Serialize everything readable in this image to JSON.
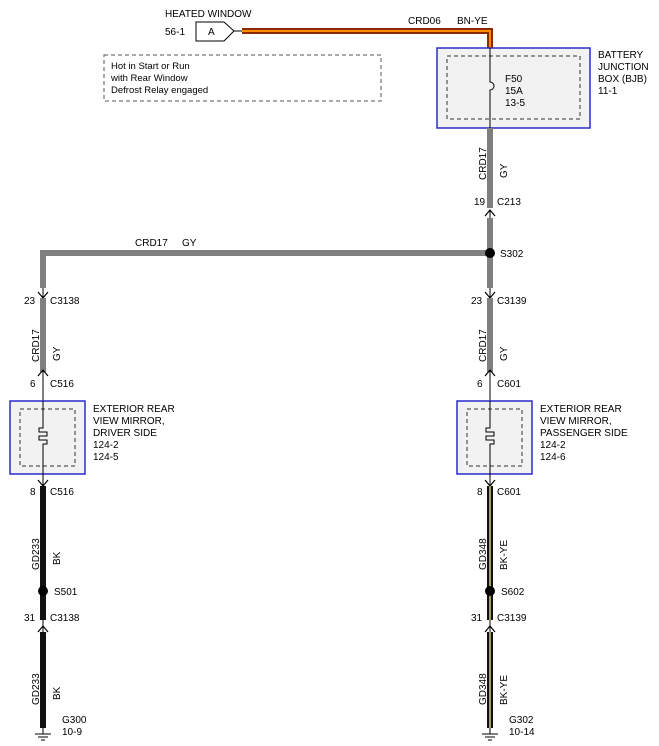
{
  "source": {
    "title": "HEATED WINDOW",
    "ref": "56-1",
    "connector_letter": "A"
  },
  "top_wire": {
    "circuit": "CRD06",
    "color_code": "BN-YE"
  },
  "note": {
    "lines": [
      "Hot in Start or Run",
      "with Rear Window",
      "Defrost Relay engaged"
    ]
  },
  "bjb": {
    "title_lines": [
      "BATTERY",
      "JUNCTION",
      "BOX (BJB)"
    ],
    "ref": "11-1",
    "fuse_lines": [
      "F50",
      "15A",
      "13-5"
    ]
  },
  "main_wire": {
    "circuit": "CRD17",
    "color_code": "GY"
  },
  "c213": {
    "pin": "19",
    "name": "C213"
  },
  "s302": {
    "name": "S302"
  },
  "horiz_wire": {
    "circuit": "CRD17",
    "color_code": "GY"
  },
  "left": {
    "conn_top": {
      "pin": "23",
      "name": "C3138"
    },
    "wire1": {
      "circuit": "CRD17",
      "color_code": "GY"
    },
    "conn_in": {
      "pin": "6",
      "name": "C516"
    },
    "device": {
      "title_lines": [
        "EXTERIOR REAR",
        "VIEW MIRROR,",
        "DRIVER SIDE"
      ],
      "refs": [
        "124-2",
        "124-5"
      ]
    },
    "conn_out": {
      "pin": "8",
      "name": "C516"
    },
    "wire2": {
      "circuit": "GD233",
      "color_code": "BK"
    },
    "splice": {
      "name": "S501"
    },
    "conn_bot": {
      "pin": "31",
      "name": "C3138"
    },
    "wire3": {
      "circuit": "GD233",
      "color_code": "BK"
    },
    "ground": {
      "name": "G300",
      "ref": "10-9"
    }
  },
  "right": {
    "conn_top": {
      "pin": "23",
      "name": "C3139"
    },
    "wire1": {
      "circuit": "CRD17",
      "color_code": "GY"
    },
    "conn_in": {
      "pin": "6",
      "name": "C601"
    },
    "device": {
      "title_lines": [
        "EXTERIOR REAR",
        "VIEW MIRROR,",
        "PASSENGER SIDE"
      ],
      "refs": [
        "124-2",
        "124-6"
      ]
    },
    "conn_out": {
      "pin": "8",
      "name": "C601"
    },
    "wire2": {
      "circuit": "GD348",
      "color_code": "BK-YE"
    },
    "splice": {
      "name": "S602"
    },
    "conn_bot": {
      "pin": "31",
      "name": "C3139"
    },
    "wire3": {
      "circuit": "GD348",
      "color_code": "BK-YE"
    },
    "ground": {
      "name": "G302",
      "ref": "10-14"
    }
  },
  "colors": {
    "gray_wire": "#7f7f7f",
    "black_wire": "#111111",
    "yellow_stripe": "#cfcf70",
    "brown_wire": "#8b2a00",
    "orange_stripe": "#ff8c00",
    "component_outline": "#2b2bd0",
    "component_fill": "#f2f2f2"
  }
}
